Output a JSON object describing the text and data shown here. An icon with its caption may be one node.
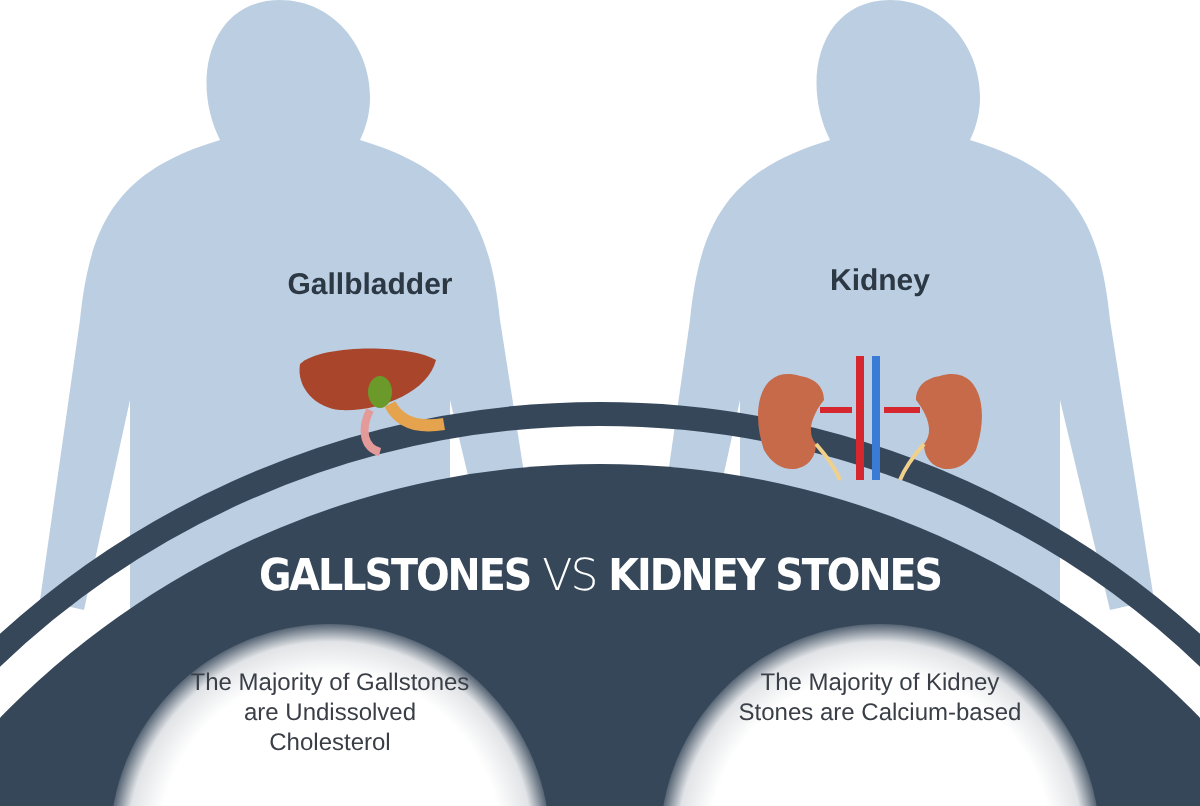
{
  "diagram": {
    "title": "**GALLSTONES** VS **KIDNEY STONES**",
    "nodes": [
      {
        "text": [
          "The Majority of Gallstones are Undissolved Cholesterol"
        ]
      },
      {
        "text": [
          "The Majority of Kidney Stones are Calcium-based"
        ]
      }
    ],
    "labels": [
      "Gallbladder",
      "Kidney"
    ]
  }
}
